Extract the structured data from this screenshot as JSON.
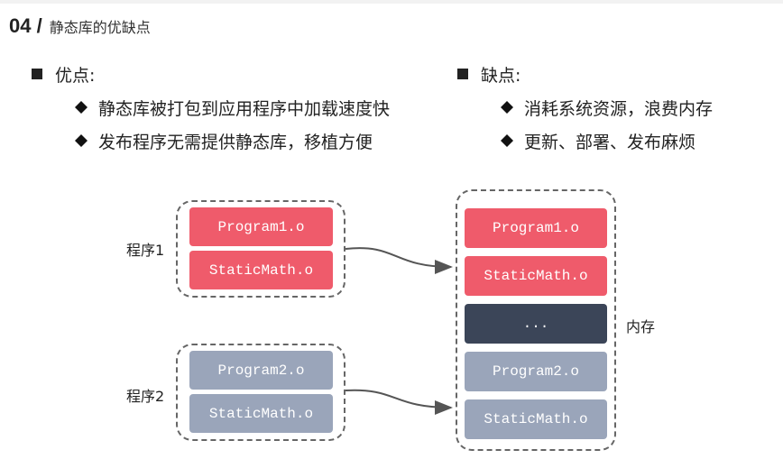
{
  "header": {
    "num": "04 /",
    "title": "静态库的优缺点"
  },
  "pros": {
    "title": "优点:",
    "items": [
      "静态库被打包到应用程序中加载速度快",
      "发布程序无需提供静态库，移植方便"
    ]
  },
  "cons": {
    "title": "缺点:",
    "items": [
      "消耗系统资源，浪费内存",
      "更新、部署、发布麻烦"
    ]
  },
  "diagram": {
    "program1": {
      "label": "程序1",
      "blocks": [
        "Program1.o",
        "StaticMath.o"
      ]
    },
    "program2": {
      "label": "程序2",
      "blocks": [
        "Program2.o",
        "StaticMath.o"
      ]
    },
    "memory": {
      "label": "内存",
      "blocks": [
        "Program1.o",
        "StaticMath.o",
        "...",
        "Program2.o",
        "StaticMath.o"
      ]
    },
    "colors": {
      "red": "#ef5b6b",
      "gray": "#9aa5ba",
      "dark": "#3b4558"
    }
  }
}
